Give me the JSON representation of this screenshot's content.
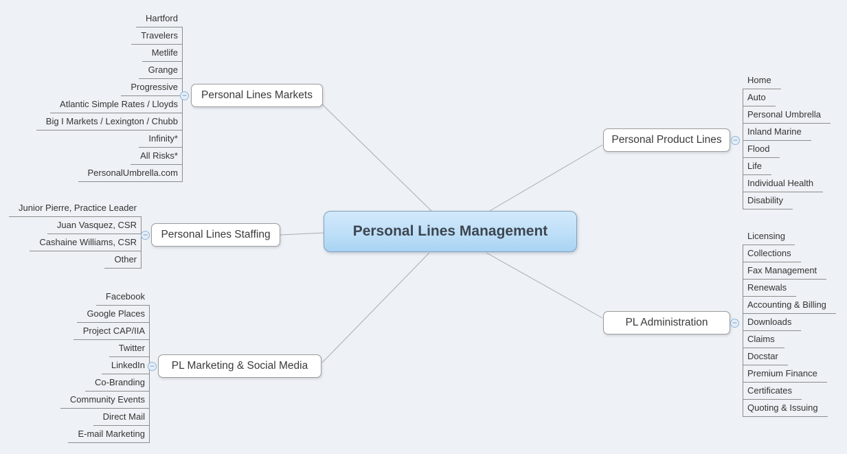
{
  "diagram": {
    "central_topic": "Personal Lines Management",
    "branches": [
      {
        "label": "Personal Lines Markets",
        "side": "left",
        "children": [
          "Hartford",
          "Travelers",
          "Metlife",
          "Grange",
          "Progressive",
          "Atlantic Simple Rates / Lloyds",
          "Big I Markets / Lexington / Chubb",
          "Infinity*",
          "All Risks*",
          "PersonalUmbrella.com"
        ]
      },
      {
        "label": "Personal Product Lines",
        "side": "right",
        "children": [
          "Home",
          "Auto",
          "Personal Umbrella",
          "Inland Marine",
          "Flood",
          "Life",
          "Individual Health",
          "Disability"
        ]
      },
      {
        "label": "Personal Lines Staffing",
        "side": "left",
        "children": [
          "Junior Pierre, Practice Leader",
          "Juan Vasquez, CSR",
          "Cashaine Williams, CSR",
          "Other"
        ]
      },
      {
        "label": "PL Marketing & Social Media",
        "side": "left",
        "children": [
          "Facebook",
          "Google Places",
          "Project CAP/IIA",
          "Twitter",
          "LinkedIn",
          "Co-Branding",
          "Community Events",
          "Direct Mail",
          "E-mail Marketing"
        ]
      },
      {
        "label": "PL Administration",
        "side": "right",
        "children": [
          "Licensing",
          "Collections",
          "Fax Management",
          "Renewals",
          "Accounting & Billing",
          "Downloads",
          "Claims",
          "Docstar",
          "Premium Finance",
          "Certificates",
          "Quoting & Issuing"
        ]
      }
    ],
    "icons": {
      "collapse": "−"
    },
    "colors": {
      "background": "#eef1f5",
      "central_fill_top": "#d2e9fb",
      "central_fill_bottom": "#a9d3f3",
      "central_border": "#7fa0bc",
      "topic_fill": "#ffffff",
      "topic_border": "#9b9b9b",
      "branch_line": "#8c8c8c",
      "connector_line": "#a8abb0",
      "text": "#3a3a3a",
      "collapse_fill": "#e4eef8",
      "collapse_border": "#8fb4d6"
    }
  }
}
